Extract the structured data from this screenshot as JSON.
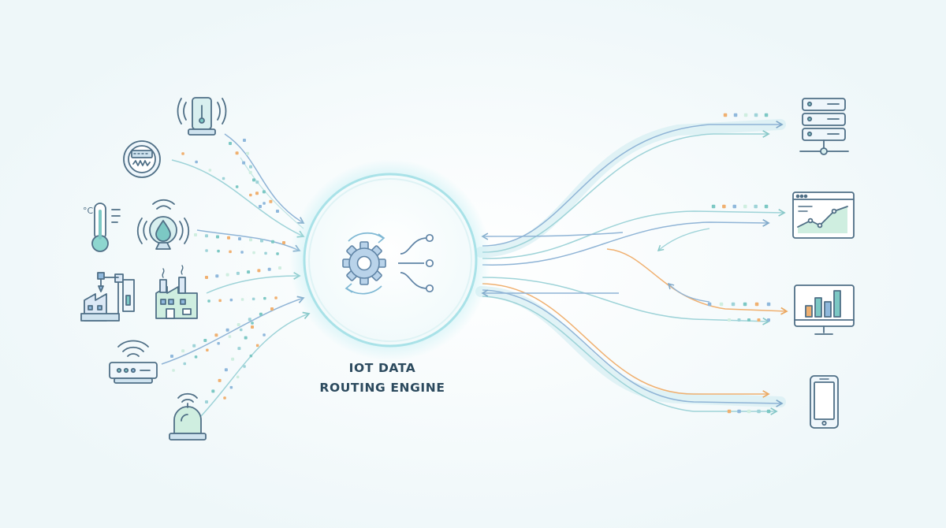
{
  "engine": {
    "label_line1": "IOT DATA",
    "label_line2": "ROUTING ENGINE"
  },
  "colors": {
    "outline": "#4f6f86",
    "teal_light": "#d8efef",
    "teal": "#7cc8c4",
    "green_light": "#cfeee0",
    "blue": "#8fb8dc",
    "blue_light": "#dce9f6",
    "orange": "#f0b070",
    "flow_teal": "#9ed3d8",
    "flow_blue": "#8fb4d6",
    "glow": "#bfeef3"
  },
  "sources": [
    {
      "name": "thermostat-sensor",
      "icon": "wireless-sensor-tower-icon"
    },
    {
      "name": "smart-meter",
      "icon": "smart-meter-icon"
    },
    {
      "name": "thermometer",
      "icon": "thermometer-icon",
      "unit_label": "°C"
    },
    {
      "name": "water-sensor",
      "icon": "water-drop-sensor-icon"
    },
    {
      "name": "robotic-arm-factory",
      "icon": "robot-arm-factory-icon"
    },
    {
      "name": "factory",
      "icon": "factory-icon"
    },
    {
      "name": "router",
      "icon": "wifi-router-icon"
    },
    {
      "name": "alarm-beacon",
      "icon": "alarm-beacon-icon"
    }
  ],
  "destinations": [
    {
      "name": "server",
      "icon": "server-stack-icon"
    },
    {
      "name": "analytics-dashboard",
      "icon": "analytics-window-icon"
    },
    {
      "name": "monitor",
      "icon": "bar-chart-monitor-icon"
    },
    {
      "name": "mobile",
      "icon": "smartphone-icon"
    }
  ]
}
